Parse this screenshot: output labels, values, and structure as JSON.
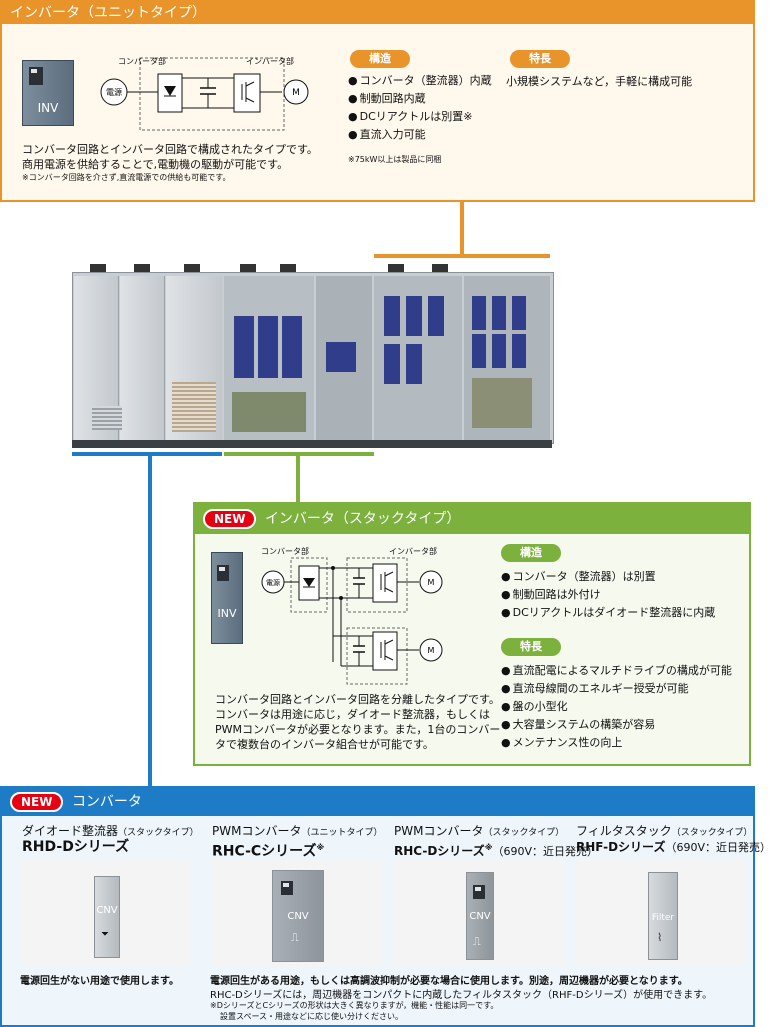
{
  "colors": {
    "orange": "#e8942a",
    "green": "#7bb13c",
    "blue": "#1e7cc7"
  },
  "unit_panel": {
    "title": "インバータ（ユニットタイプ）",
    "cab_label": "INV",
    "converter_label": "コンバータ部",
    "inverter_label": "インバータ部",
    "power_label": "電源",
    "motor_label": "M",
    "desc1": "コンバータ回路とインバータ回路で構成されたタイプです。",
    "desc2": "商用電源を供給することで,電動機の駆動が可能です。",
    "note": "※コンバータ回路を介さず,直流電源での供給も可能です。",
    "struct_label": "構造",
    "struct_items": [
      "コンバータ（整流器）内蔵",
      "制動回路内蔵",
      "DCリアクトルは別置※",
      "直流入力可能"
    ],
    "struct_note": "※75kW以上は製品に同梱",
    "feature_label": "特長",
    "feature_text": "小規模システムなど，手軽に構成可能"
  },
  "stack_panel": {
    "new_badge": "NEW",
    "title": "インバータ（スタックタイプ）",
    "cab_label": "INV",
    "converter_label": "コンバータ部",
    "inverter_label": "インバータ部",
    "power_label": "電源",
    "motor_label": "M",
    "desc": [
      "コンバータ回路とインバータ回路を分離したタイプです。",
      "コンバータは用途に応じ，ダイオード整流器，もしくは",
      "PWMコンバータが必要となります。また，1台のコンバー",
      "タで複数台のインバータ組合せが可能です。"
    ],
    "struct_label": "構造",
    "struct_items": [
      "コンバータ（整流器）は別置",
      "制動回路は外付け",
      "DCリアクトルはダイオード整流器に内蔵"
    ],
    "feature_label": "特長",
    "feature_items": [
      "直流配電によるマルチドライブの構成が可能",
      "直流母線間のエネルギー授受が可能",
      "盤の小型化",
      "大容量システムの構築が容易",
      "メンテナンス性の向上"
    ]
  },
  "converter_panel": {
    "new_badge": "NEW",
    "title": "コンバータ",
    "products": [
      {
        "name": "ダイオード整流器",
        "type": "（スタックタイプ）",
        "series": "RHD-Dシリーズ",
        "sup": "",
        "cab_label": "CNV"
      },
      {
        "name": "PWMコンバータ",
        "type": "（ユニットタイプ）",
        "series": "RHC-Cシリーズ",
        "sup": "※",
        "cab_label": "CNV"
      },
      {
        "name": "PWMコンバータ",
        "type": "（スタックタイプ）",
        "series": "RHC-Dシリーズ",
        "sup": "※",
        "extra": "（690V：近日発売）",
        "cab_label": "CNV"
      },
      {
        "name": "フィルタスタック",
        "type": "（スタックタイプ）",
        "series": "RHF-Dシリーズ",
        "sup": "",
        "extra": "（690V：近日発売）",
        "cab_label": "Filter"
      }
    ],
    "desc_left": "電源回生がない用途で使用します。",
    "desc_right1": "電源回生がある用途，もしくは高調波抑制が必要な場合に使用します。別途，周辺機器が必要となります。",
    "desc_right2": "RHC-Dシリーズには，周辺機器をコンパクトに内蔵したフィルタスタック（RHF-Dシリーズ）が使用できます。",
    "note1": "※DシリーズとCシリーズの形状は大きく異なりますが，機能・性能は同一です。",
    "note2": "設置スペース・用途などに応じ使い分けください。"
  }
}
